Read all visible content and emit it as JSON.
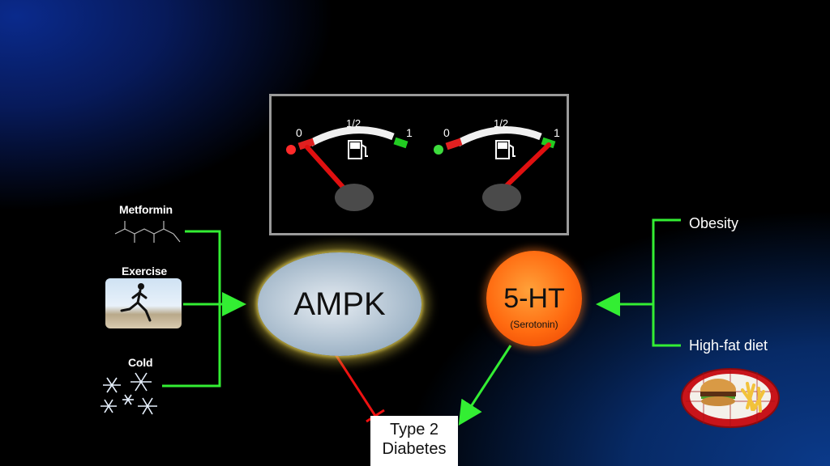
{
  "gauges": [
    {
      "left_tick": "0",
      "mid_tick": "1/2",
      "right_tick": "1",
      "level": 0.0,
      "indicator_color": "#ff2a2a"
    },
    {
      "left_tick": "0",
      "mid_tick": "1/2",
      "right_tick": "1",
      "level": 1.0,
      "indicator_color": "#3ddc3d"
    }
  ],
  "inputs": {
    "metformin": "Metformin",
    "exercise": "Exercise",
    "cold": "Cold"
  },
  "nodes": {
    "ampk": "AMPK",
    "serotonin_main": "5-HT",
    "serotonin_sub": "(Serotonin)",
    "diabetes_line1": "Type 2",
    "diabetes_line2": "Diabetes"
  },
  "right_inputs": {
    "obesity": "Obesity",
    "highfat": "High-fat diet"
  },
  "colors": {
    "activate_arrow": "#33ee33",
    "inhibit_arrow": "#ee1111",
    "ampk_glow": "#d6c040",
    "serotonin": "#ff6a10"
  }
}
